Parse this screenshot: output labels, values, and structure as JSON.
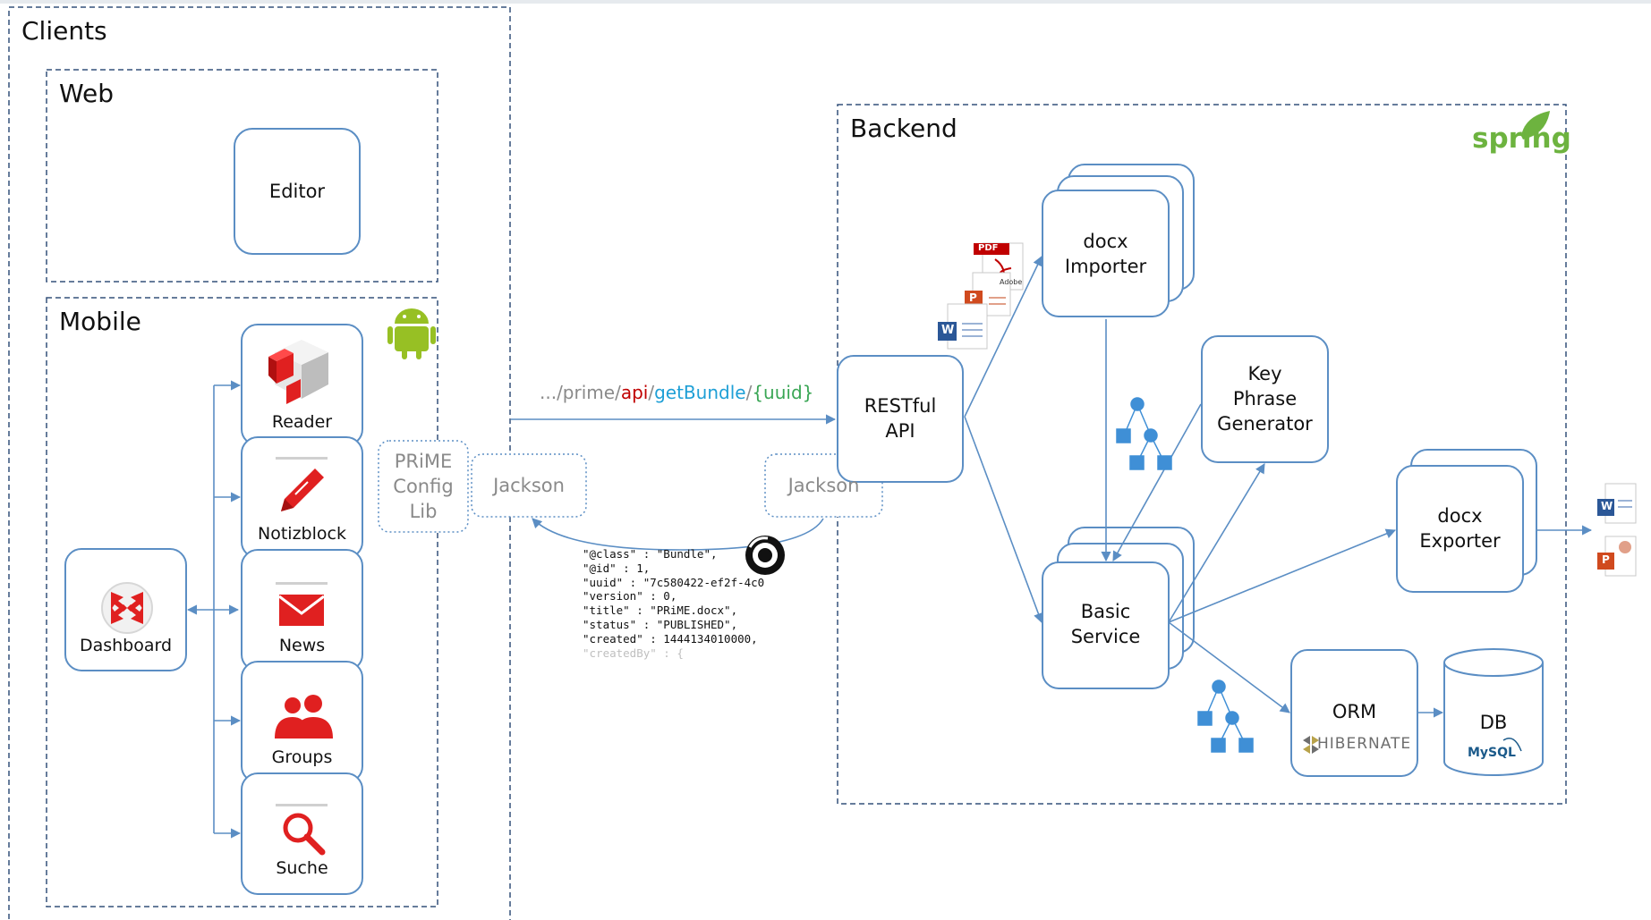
{
  "groups": {
    "clients": "Clients",
    "web": "Web",
    "mobile": "Mobile",
    "backend": "Backend"
  },
  "web": {
    "editor": "Editor"
  },
  "mobile": {
    "dashboard": "Dashboard",
    "apps": [
      "Reader",
      "Notizblock",
      "News",
      "Groups",
      "Suche"
    ]
  },
  "config_lib": [
    "PRiME",
    "Config",
    "Lib"
  ],
  "jackson_left": "Jackson",
  "jackson_right": "Jackson",
  "route": {
    "prefix": ".../prime/",
    "api": "api",
    "sep1": "/",
    "method": "getBundle",
    "sep2": "/",
    "param": "{uuid}"
  },
  "json_sample": [
    "\"@class\" : \"Bundle\",",
    "\"@id\" : 1,",
    "\"uuid\" : \"7c580422-ef2f-4c0",
    "\"version\" : 0,",
    "\"title\" : \"PRiME.docx\",",
    "\"status\" : \"PUBLISHED\",",
    "\"created\" : 1444134010000,",
    "\"createdBy\" : {"
  ],
  "backend": {
    "spring_logo": "spring",
    "restful_api": [
      "RESTful",
      "API"
    ],
    "docx_importer": [
      "docx",
      "Importer"
    ],
    "key_phrase_generator": [
      "Key",
      "Phrase",
      "Generator"
    ],
    "docx_exporter": [
      "docx",
      "Exporter"
    ],
    "basic_service": [
      "Basic",
      "Service"
    ],
    "orm": "ORM",
    "hibernate_logo": "HIBERNATE",
    "db": "DB",
    "mysql_logo": "MySQL"
  },
  "doc_badges": {
    "pdf": "PDF",
    "adobe": "Adobe",
    "word": "W",
    "powerpoint": "P"
  },
  "icons": [
    "android-icon",
    "reader-cube-icon",
    "notizblock-pen-icon",
    "news-envelope-icon",
    "groups-people-icon",
    "suche-magnifier-icon",
    "dashboard-arrows-icon",
    "json-logo-icon",
    "spring-leaf-icon",
    "tree-hierarchy-icon"
  ],
  "colors": {
    "box_border": "#5b8ec4",
    "arrow": "#5b8ec4",
    "dashed": "#33507a",
    "icon_red": "#e02020",
    "route_red": "#c00000",
    "route_cyan": "#1e9fd6",
    "route_green": "#3aa655",
    "android_green": "#97c024",
    "spring_green": "#6db33f",
    "tree_blue": "#3f8fd6"
  }
}
